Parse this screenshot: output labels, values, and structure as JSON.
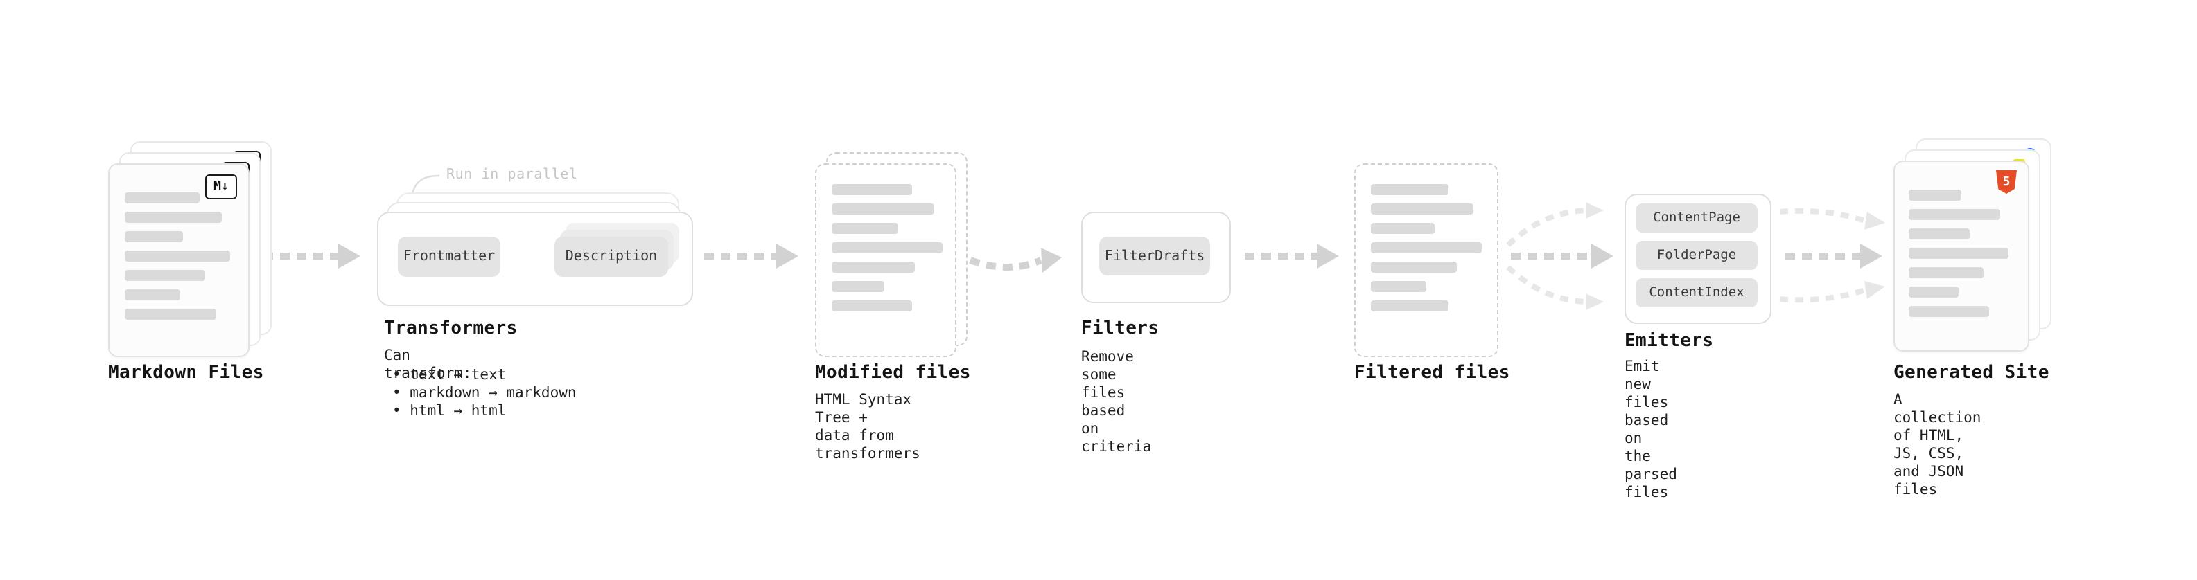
{
  "nodes": {
    "markdown_files": {
      "title": "Markdown Files",
      "badge": "M↓"
    },
    "transformers": {
      "title": "Transformers",
      "annotation": "Run in parallel",
      "steps": [
        "Frontmatter",
        "Description"
      ],
      "caption": "Can transform:",
      "bullets": [
        "• text → text",
        "• markdown → markdown",
        "• html → html"
      ]
    },
    "modified_files": {
      "title": "Modified files",
      "caption": "HTML Syntax Tree +\ndata from transformers"
    },
    "filters": {
      "title": "Filters",
      "steps": [
        "FilterDrafts"
      ],
      "caption": "Remove some files based\non criteria"
    },
    "filtered_files": {
      "title": "Filtered files"
    },
    "emitters": {
      "title": "Emitters",
      "steps": [
        "ContentPage",
        "FolderPage",
        "ContentIndex"
      ],
      "caption": "Emit new files based on\nthe parsed files"
    },
    "generated_site": {
      "title": "Generated Site",
      "badge": "5",
      "caption": "A collection of HTML,\nJS, CSS, and JSON files"
    }
  },
  "colors": {
    "html5_orange": "#E44D26",
    "js_yellow": "#F7DF1E",
    "css_blue": "#2965F1",
    "arrow_gray": "#D2D2D2",
    "arrow_light_gray": "#E7E7E7",
    "placeholder_bar": "#DADADA"
  }
}
